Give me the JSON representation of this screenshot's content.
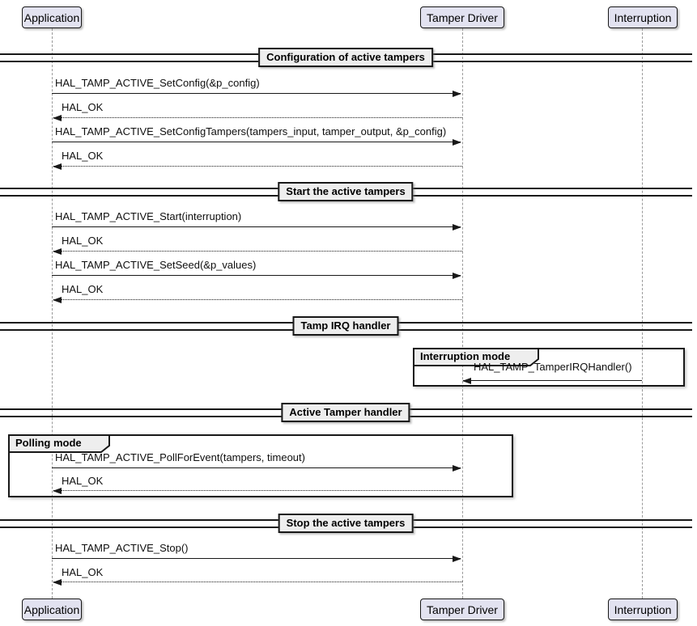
{
  "diagram_type": "uml-sequence",
  "participants": [
    {
      "name": "Application"
    },
    {
      "name": "Tamper Driver"
    },
    {
      "name": "Interruption"
    }
  ],
  "dividers": [
    "Configuration of active tampers",
    "Start the active tampers",
    "Tamp IRQ handler",
    "Active Tamper handler",
    "Stop the active tampers"
  ],
  "groups": [
    {
      "label": "Interruption mode"
    },
    {
      "label": "Polling mode"
    }
  ],
  "messages": [
    {
      "text": "HAL_TAMP_ACTIVE_SetConfig(&p_config)",
      "from": "Application",
      "to": "Tamper Driver",
      "style": "solid"
    },
    {
      "text": "HAL_OK",
      "from": "Tamper Driver",
      "to": "Application",
      "style": "dotted"
    },
    {
      "text": "HAL_TAMP_ACTIVE_SetConfigTampers(tampers_input, tamper_output, &p_config)",
      "from": "Application",
      "to": "Tamper Driver",
      "style": "solid"
    },
    {
      "text": "HAL_OK",
      "from": "Tamper Driver",
      "to": "Application",
      "style": "dotted"
    },
    {
      "text": "HAL_TAMP_ACTIVE_Start(interruption)",
      "from": "Application",
      "to": "Tamper Driver",
      "style": "solid"
    },
    {
      "text": "HAL_OK",
      "from": "Tamper Driver",
      "to": "Application",
      "style": "dotted"
    },
    {
      "text": "HAL_TAMP_ACTIVE_SetSeed(&p_values)",
      "from": "Application",
      "to": "Tamper Driver",
      "style": "solid"
    },
    {
      "text": "HAL_OK",
      "from": "Tamper Driver",
      "to": "Application",
      "style": "dotted"
    },
    {
      "text": "HAL_TAMP_TamperIRQHandler()",
      "from": "Interruption",
      "to": "Tamper Driver",
      "style": "solid"
    },
    {
      "text": "HAL_TAMP_ACTIVE_PollForEvent(tampers, timeout)",
      "from": "Application",
      "to": "Tamper Driver",
      "style": "solid"
    },
    {
      "text": "HAL_OK",
      "from": "Tamper Driver",
      "to": "Application",
      "style": "dotted"
    },
    {
      "text": "HAL_TAMP_ACTIVE_Stop()",
      "from": "Application",
      "to": "Tamper Driver",
      "style": "solid"
    },
    {
      "text": "HAL_OK",
      "from": "Tamper Driver",
      "to": "Application",
      "style": "dotted"
    }
  ],
  "colors": {
    "participant_fill": "#E2E2F0",
    "participant_border": "#181818",
    "divider_fill": "#EEEEEE",
    "group_label_fill": "#EEEEEE",
    "line": "#181818",
    "lifeline": "#9A9A9A",
    "background": "#FFFFFF"
  }
}
